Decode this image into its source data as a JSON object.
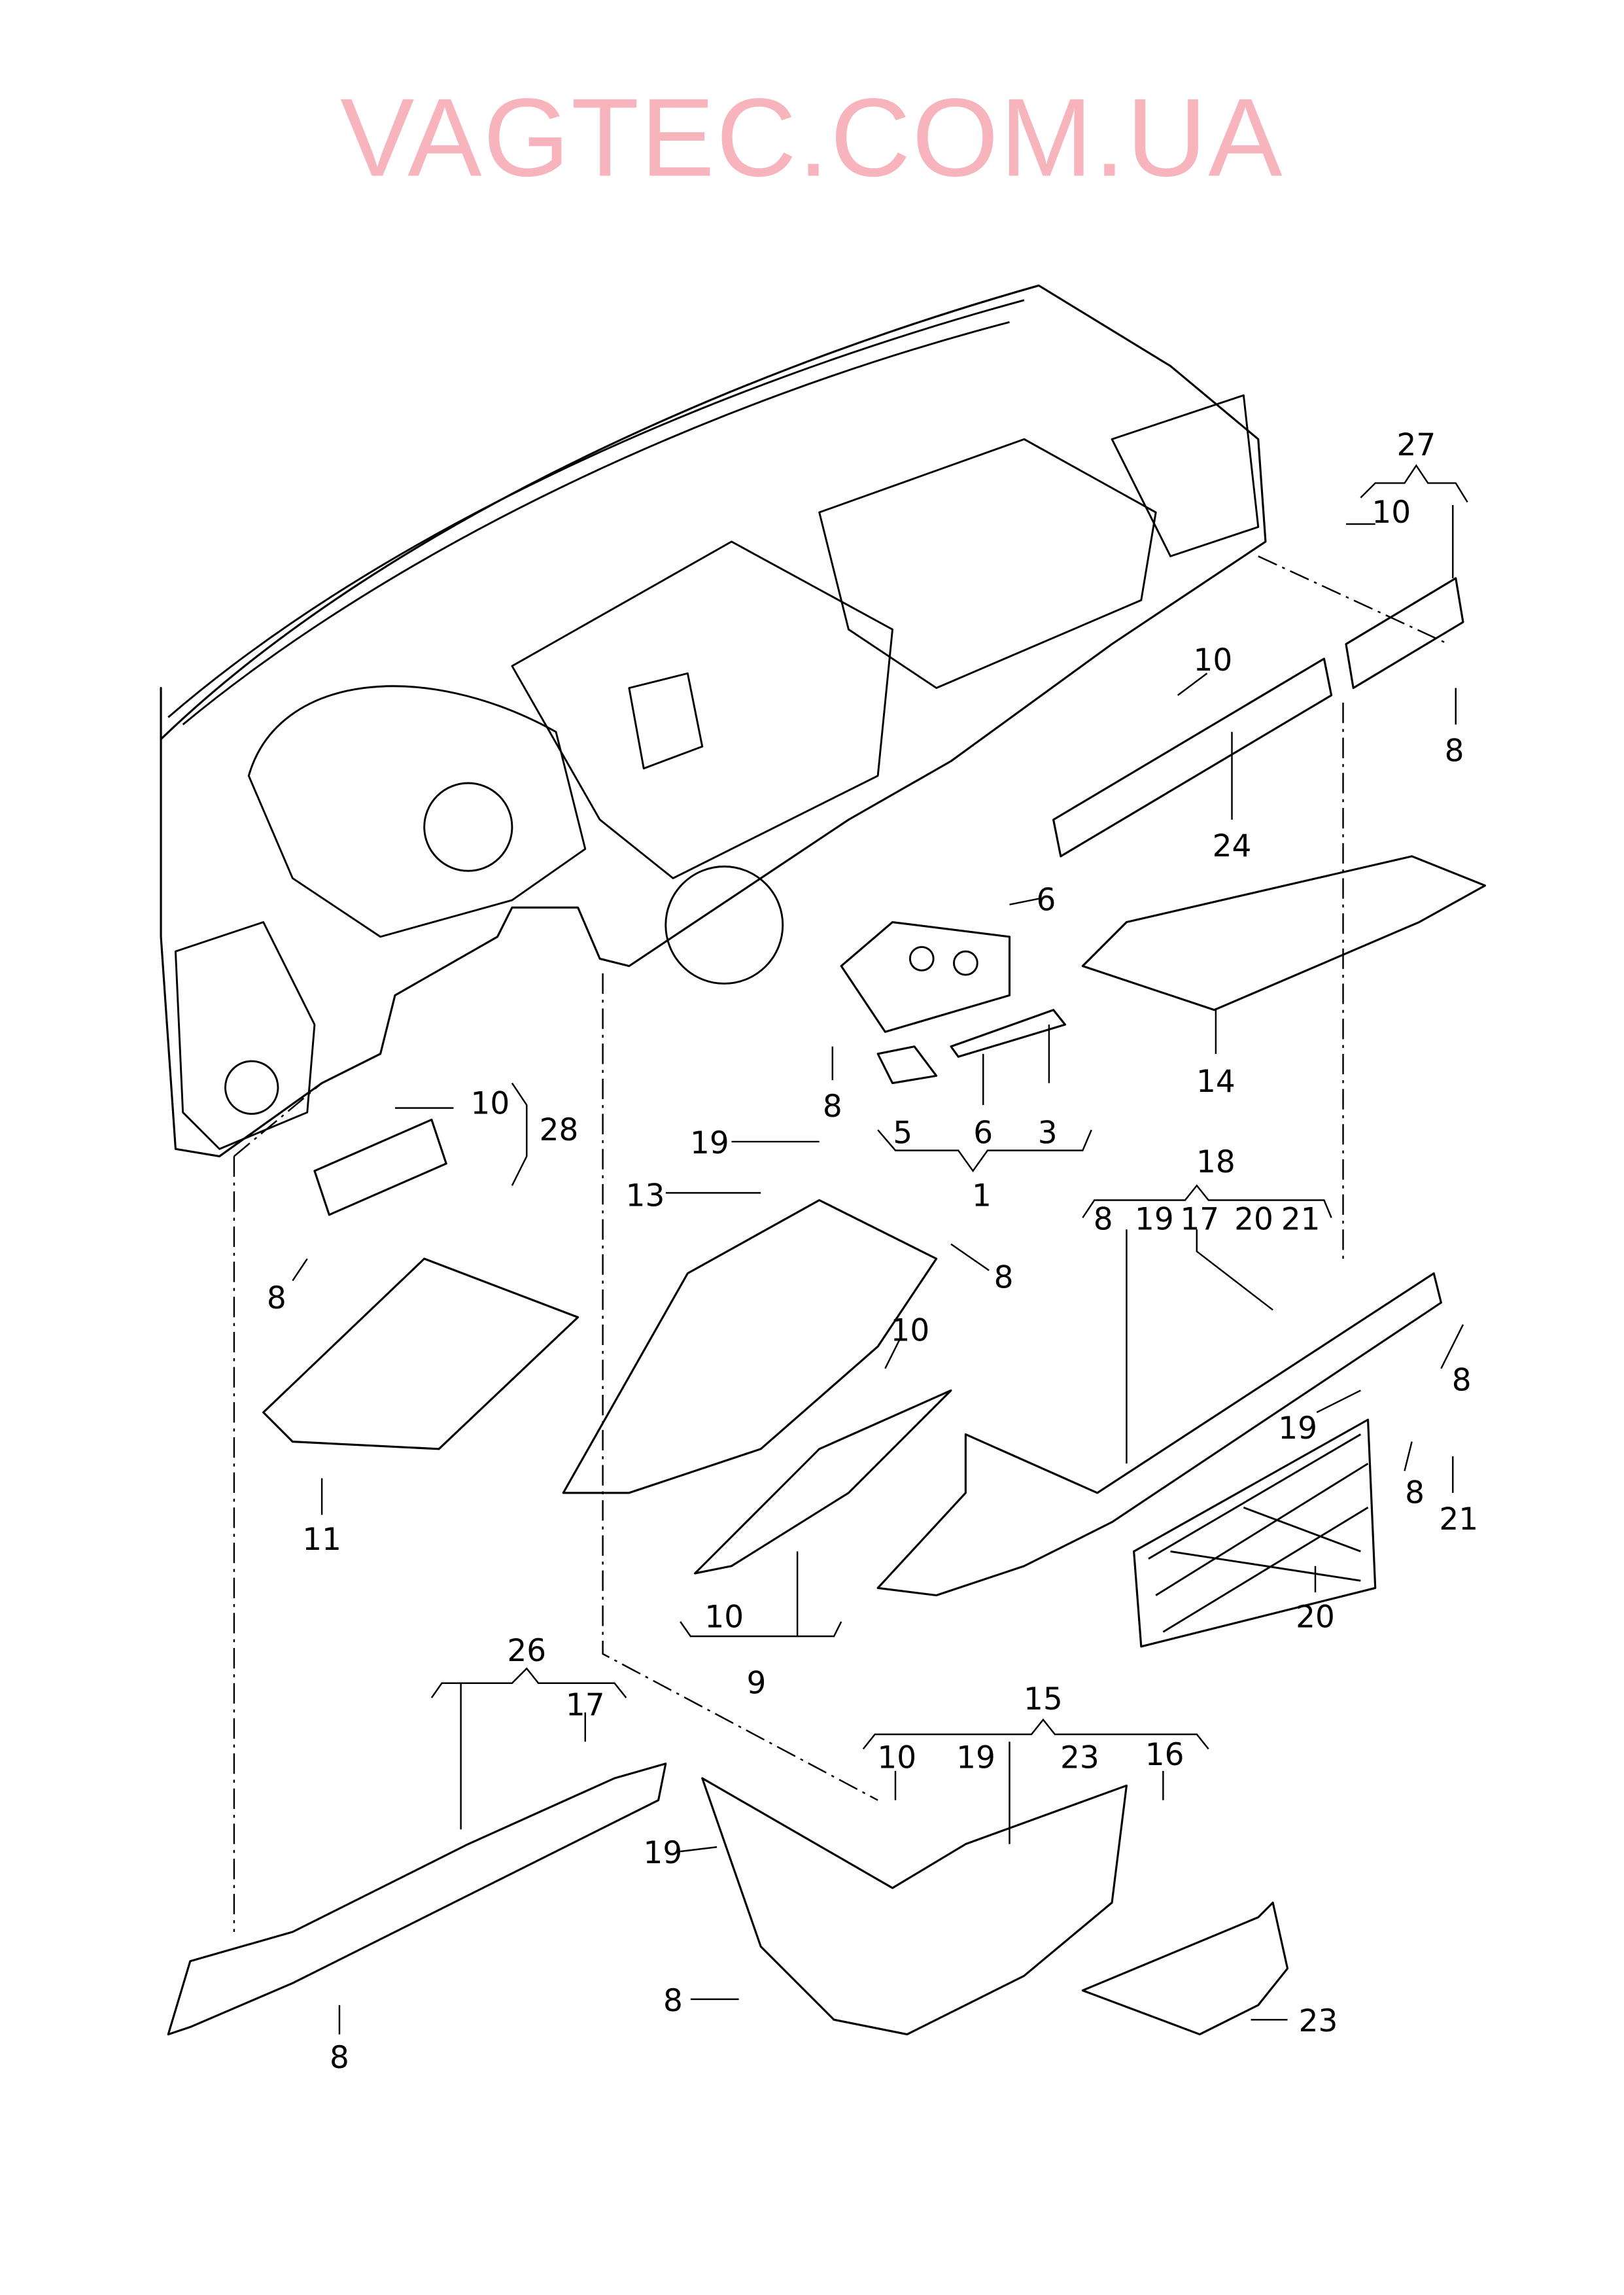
{
  "watermark": "VAGTEC.COM.UA",
  "callouts": [
    "27",
    "10",
    "10",
    "8",
    "24",
    "6",
    "14",
    "8",
    "5",
    "6",
    "3",
    "19",
    "1",
    "13",
    "18",
    "8",
    "19",
    "17",
    "20",
    "21",
    "10",
    "28",
    "8",
    "8",
    "10",
    "8",
    "19",
    "8",
    "21",
    "11",
    "20",
    "10",
    "9",
    "26",
    "17",
    "15",
    "10",
    "19",
    "23",
    "16",
    "19",
    "8",
    "23",
    "8"
  ]
}
